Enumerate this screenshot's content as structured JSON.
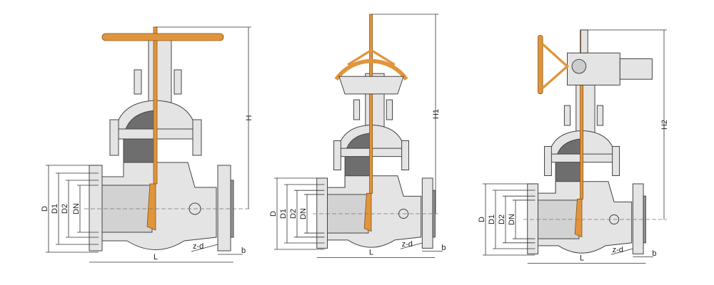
{
  "title": "Gate valve dimension drawings",
  "colors": {
    "body": "#e4e4e4",
    "handwheel": "#e0953c",
    "cavity": "#6e6e6e",
    "lines": "#333333"
  },
  "valves": [
    {
      "name": "handwheel-gate-valve",
      "operator": "handwheel-bar",
      "labels": {
        "height": "H",
        "D": "D",
        "D1": "D1",
        "D2": "D2",
        "DN": "DN",
        "zd": "z-d",
        "b": "b",
        "L": "L"
      }
    },
    {
      "name": "gear-operated-gate-valve",
      "operator": "bevel-gear-handwheel",
      "labels": {
        "height": "H1",
        "D": "D",
        "D1": "D1",
        "D2": "D2",
        "DN": "DN",
        "zd": "z-d",
        "b": "b",
        "L": "L"
      }
    },
    {
      "name": "electric-actuated-gate-valve",
      "operator": "electric-actuator",
      "labels": {
        "height": "H2",
        "D": "D",
        "D1": "D1",
        "D2": "D2",
        "DN": "DN",
        "zd": "z-d",
        "b": "b",
        "L": "L"
      }
    }
  ]
}
